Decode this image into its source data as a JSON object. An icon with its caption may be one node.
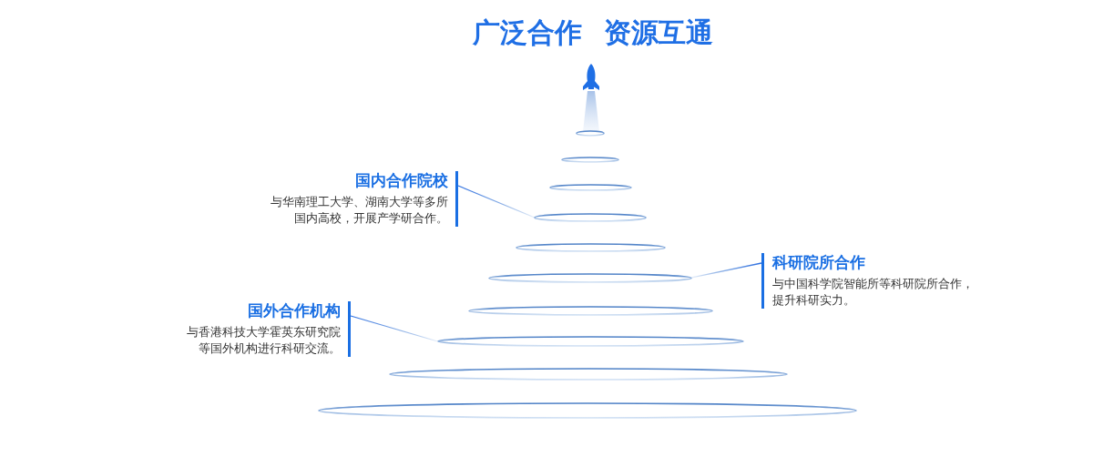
{
  "diagram": {
    "title": "广泛合作 资源互通",
    "nodes": [
      {
        "text": [],
        "shape": "ring"
      },
      {
        "text": [],
        "shape": "ring"
      },
      {
        "text": [
          "国内合作院校",
          "与华南理工大学、湖南大学等多所国内高校，开展产学研合作。"
        ]
      },
      {
        "text": [],
        "shape": "ring"
      },
      {
        "text": [],
        "shape": "ring"
      },
      {
        "text": [],
        "shape": "ring"
      },
      {
        "text": [
          "科研院所合作",
          "与中国科学院智能所等科研院所合作，提升科研实力。"
        ]
      },
      {
        "text": [],
        "shape": "ring"
      },
      {
        "text": [
          "国外合作机构",
          "与香港科技大学霍英东研究院等国外机构进行科研交流。"
        ]
      },
      {
        "text": [],
        "shape": "ring"
      },
      {
        "text": [],
        "shape": "ring"
      },
      {
        "text": [],
        "shape": "ring"
      },
      {
        "text": [],
        "shape": "ring"
      }
    ],
    "edges": [
      {
        "from": 2,
        "to": 4,
        "arrow": "none"
      },
      {
        "from": 6,
        "to": 7,
        "arrow": "none"
      },
      {
        "from": 8,
        "to": 10,
        "arrow": "none"
      }
    ]
  }
}
